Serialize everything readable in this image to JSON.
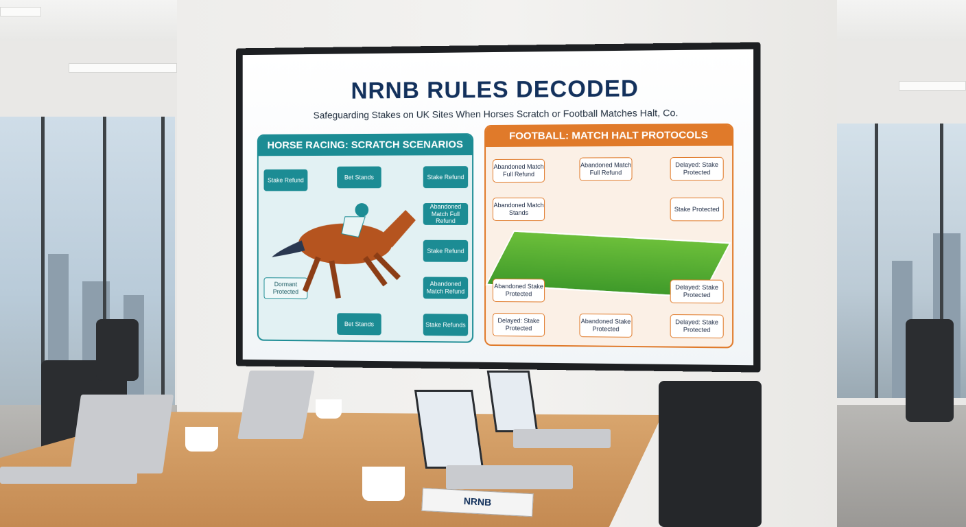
{
  "display": {
    "title": "NRNB RULES DECODED",
    "subtitle": "Safeguarding Stakes on UK Sites When Horses Scratch or Football Matches Halt, Co.",
    "horse_panel": {
      "heading": "HORSE RACING: SCRATCH SCENARIOS",
      "color": "#1c8c94",
      "boxes": [
        "Stake Refund",
        "Bet Stands",
        "Stake Refund",
        "Abandoned Match Full Refund",
        "Stake Refund",
        "Abandoned Match Refund",
        "Stake Refunds",
        "Bet Stands",
        "Dormant Protected"
      ]
    },
    "football_panel": {
      "heading": "FOOTBALL: MATCH HALT PROTOCOLS",
      "color": "#e07a2a",
      "boxes": [
        "Abandoned Match Full Refund",
        "Abandoned Match Full Refund",
        "Delayed: Stake Protected",
        "Abandoned Match Stands",
        "Stake Protected",
        "Abandoned Stake Protected",
        "Delayed: Stake Protected",
        "Delayed: Stake Protected",
        "Abandoned Stake Protected",
        "Delayed: Stake Protected"
      ]
    }
  },
  "notebook_label": "NRNB"
}
